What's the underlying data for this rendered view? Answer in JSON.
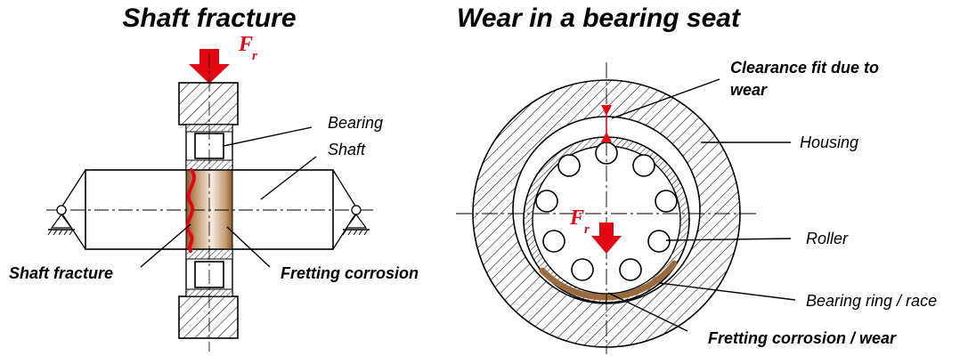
{
  "left": {
    "title": "Shaft fracture",
    "force_symbol": "F",
    "force_subscript": "r",
    "label_bearing": "Bearing",
    "label_shaft": "Shaft",
    "label_fracture": "Shaft fracture",
    "label_fretting": "Fretting corrosion"
  },
  "right": {
    "title": "Wear in a bearing seat",
    "force_symbol": "F",
    "force_subscript": "r",
    "label_clearance_line1": "Clearance fit due to",
    "label_clearance_line2": "wear",
    "label_housing": "Housing",
    "label_roller": "Roller",
    "label_ring": "Bearing ring / race",
    "label_fretting": "Fretting corrosion / wear"
  },
  "colors": {
    "force_arrow": "#e30613",
    "fretting": "#9a6b3e",
    "fracture": "#e30613"
  }
}
